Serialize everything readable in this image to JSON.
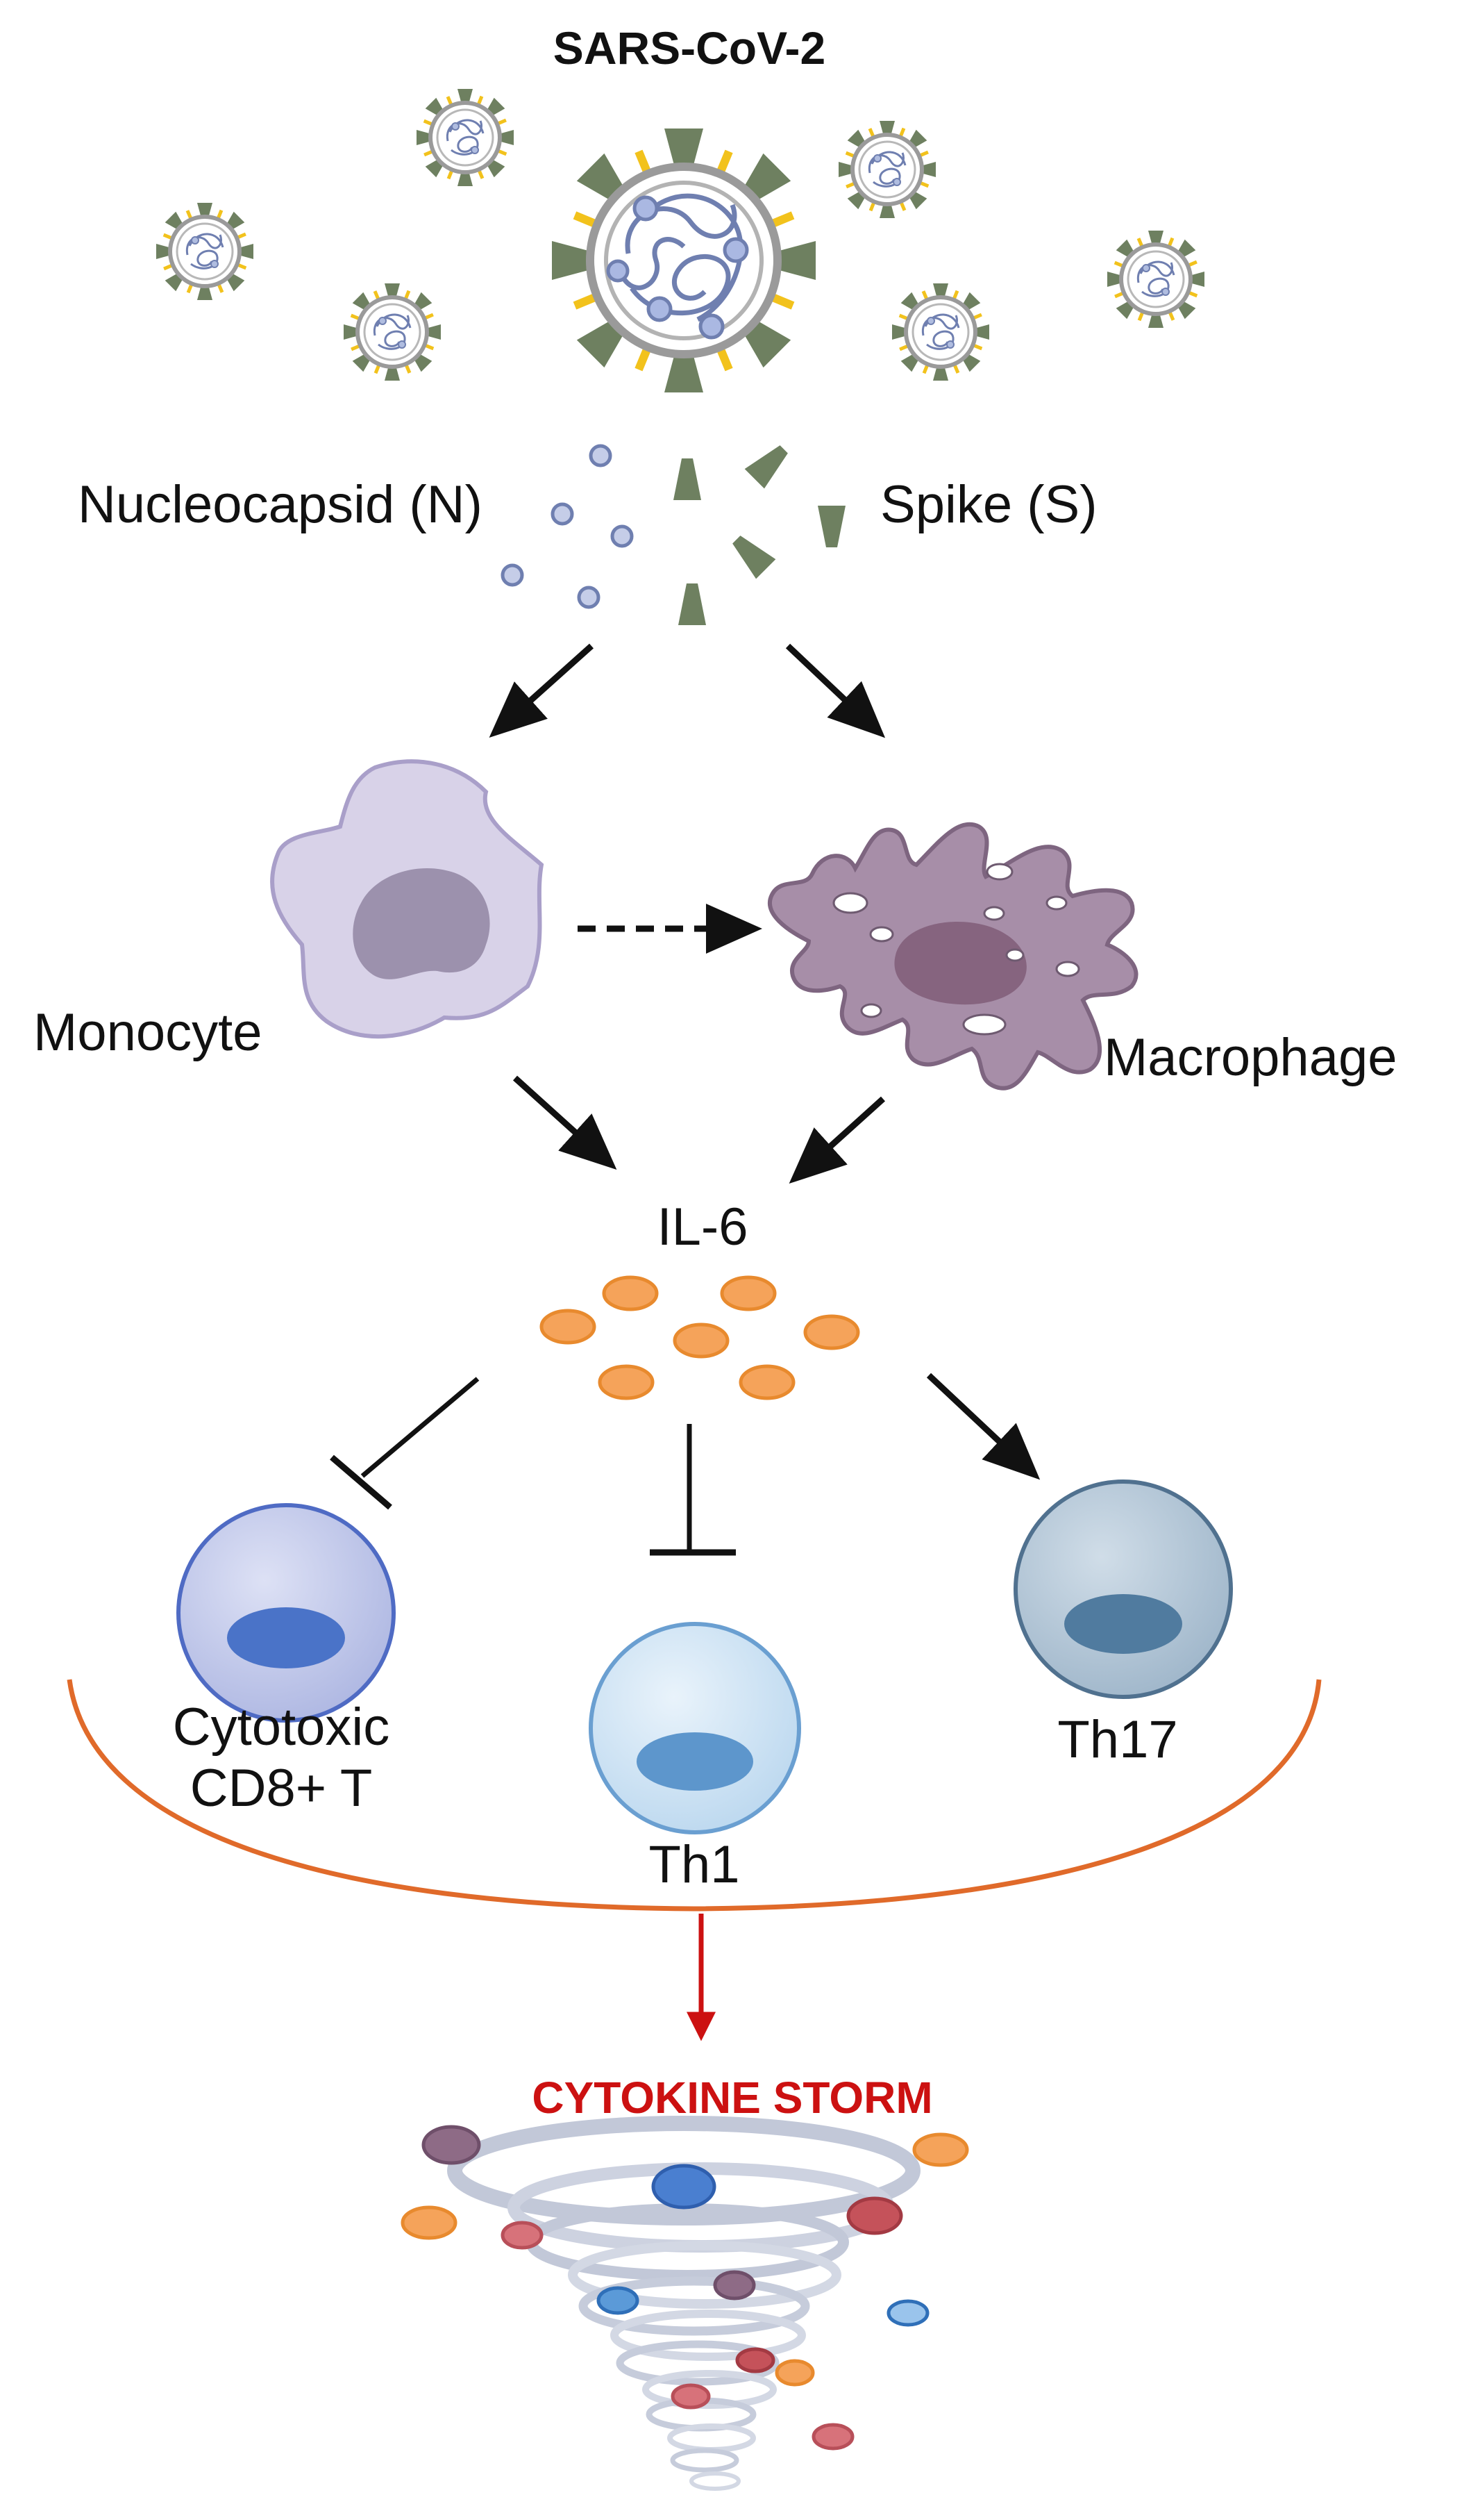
{
  "title": "SARS-CoV-2",
  "labels": {
    "nucleocapsid": "Nucleocapsid (N)",
    "spike": "Spike (S)",
    "monocyte": "Monocyte",
    "macrophage": "Macrophage",
    "il6": "IL-6",
    "cd8_line1": "Cytotoxic",
    "cd8_line2": "CD8+ T",
    "th1": "Th1",
    "th17": "Th17",
    "outcome": "CYTOKINE STORM"
  },
  "colors": {
    "virus_envelope": "#9a9a9a",
    "spike": "#6e8060",
    "spike_accent": "#f2c21c",
    "rna": "#6f7fb0",
    "monocyte": "#d8d2e8",
    "monocyte_nucleus": "#9c91ad",
    "macrophage": "#a78ea8",
    "macrophage_nucleus": "#86647f",
    "il6": "#f5a35a",
    "cd8_cell": "#c7cdeb",
    "th1_cell": "#d5e7f6",
    "th17_cell": "#b9cbdb",
    "bracket": "#e06a2a",
    "outcome": "#cc1111"
  },
  "relations": [
    {
      "from": "viral-particles",
      "to": "monocyte",
      "kind": "activates"
    },
    {
      "from": "viral-particles",
      "to": "macrophage",
      "kind": "activates"
    },
    {
      "from": "monocyte",
      "to": "macrophage",
      "kind": "differentiates (dashed)"
    },
    {
      "from": "monocyte",
      "to": "IL-6",
      "kind": "secretes"
    },
    {
      "from": "macrophage",
      "to": "IL-6",
      "kind": "secretes"
    },
    {
      "from": "IL-6",
      "to": "Cytotoxic CD8+ T",
      "kind": "inhibits"
    },
    {
      "from": "IL-6",
      "to": "Th1",
      "kind": "inhibits"
    },
    {
      "from": "IL-6",
      "to": "Th17",
      "kind": "promotes"
    },
    {
      "from": "T cells",
      "to": "CYTOKINE STORM",
      "kind": "leads to"
    }
  ]
}
